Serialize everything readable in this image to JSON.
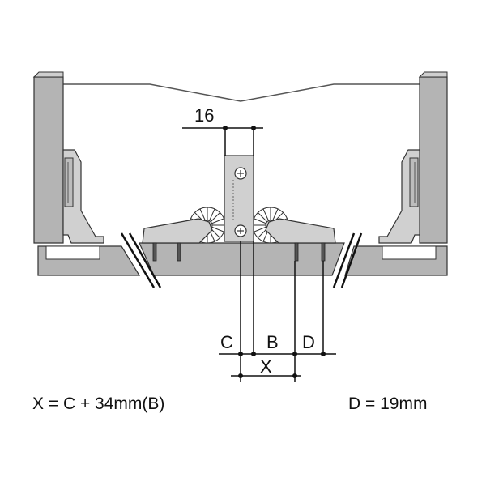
{
  "dimensions": {
    "top_width": "16",
    "label_c": "C",
    "label_b": "B",
    "label_d": "D",
    "label_x": "X"
  },
  "formulas": {
    "left": "X = C + 34mm(B)",
    "right": "D = 19mm"
  },
  "colors": {
    "panel_fill": "#b4b4b4",
    "panel_dark": "#8e8e8e",
    "hinge_fill": "#d0d0d0",
    "line": "#111111"
  }
}
